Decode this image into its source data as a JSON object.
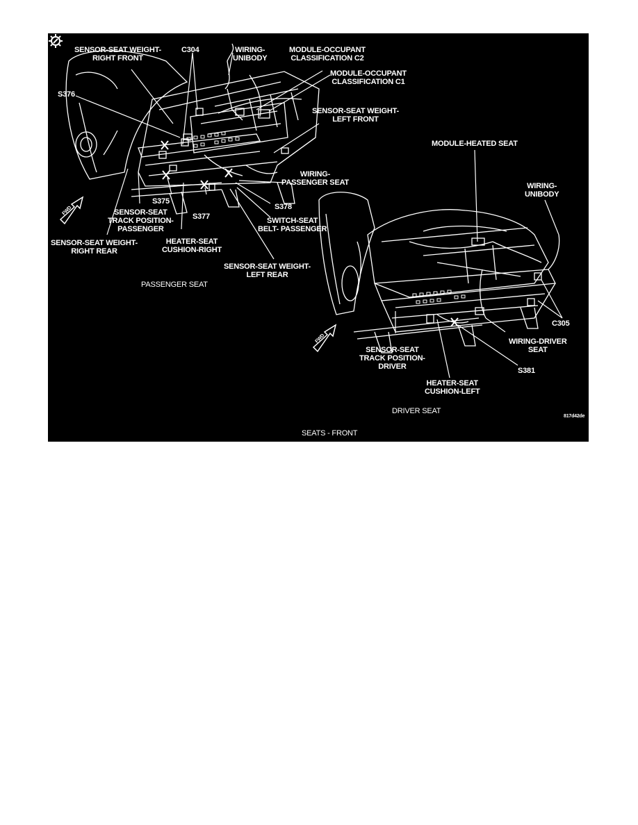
{
  "diagram": {
    "labels": {
      "sensor_seat_weight_right_front": "SENSOR-SEAT WEIGHT-\nRIGHT FRONT",
      "c304": "C304",
      "wiring_unibody_top": "WIRING-\nUNIBODY",
      "module_occupant_c2": "MODULE-OCCUPANT\nCLASSIFICATION C2",
      "module_occupant_c1": "MODULE-OCCUPANT\nCLASSIFICATION C1",
      "s376": "S376",
      "sensor_seat_weight_left_front": "SENSOR-SEAT WEIGHT-\nLEFT FRONT",
      "module_heated_seat": "MODULE-HEATED SEAT",
      "wiring_passenger_seat": "WIRING-\nPASSENGER SEAT",
      "wiring_unibody_right": "WIRING-\nUNIBODY",
      "s375": "S375",
      "s378": "S378",
      "sensor_seat_track_position_passenger": "SENSOR-SEAT\nTRACK POSITION-\nPASSENGER",
      "s377": "S377",
      "switch_seat_belt_passenger": "SWITCH-SEAT\nBELT- PASSENGER",
      "sensor_seat_weight_right_rear": "SENSOR-SEAT WEIGHT-\nRIGHT REAR",
      "heater_seat_cushion_right": "HEATER-SEAT\nCUSHION-RIGHT",
      "sensor_seat_weight_left_rear": "SENSOR-SEAT WEIGHT-\nLEFT REAR",
      "passenger_seat": "PASSENGER SEAT",
      "c305": "C305",
      "wiring_driver_seat": "WIRING-DRIVER\nSEAT",
      "sensor_seat_track_position_driver": "SENSOR-SEAT\nTRACK POSITION-\nDRIVER",
      "s381": "S381",
      "heater_seat_cushion_left": "HEATER-SEAT\nCUSHION-LEFT",
      "driver_seat": "DRIVER SEAT",
      "figure_id": "817d42de",
      "seats_front": "SEATS - FRONT",
      "fwd_arrow_passenger": "FWD",
      "fwd_arrow_driver": "FWD"
    },
    "colors": {
      "background": "#000000",
      "foreground": "#ffffff"
    },
    "icons": [
      "fwd-arrow-icon",
      "gear-icon"
    ]
  }
}
